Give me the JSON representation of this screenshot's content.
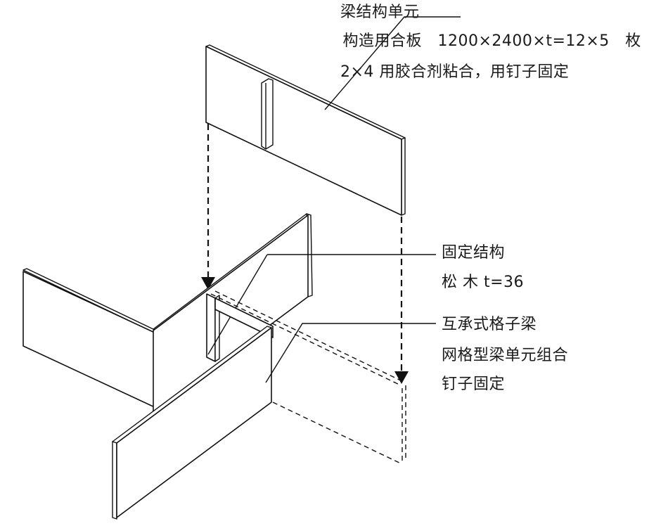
{
  "labels": {
    "beam_unit": {
      "line1": "梁结构单元",
      "line2": " 构造用合板   1200×2400×t=12×5   枚",
      "line3": "2×4 用胶合剂粘合，用钉子固定"
    },
    "fixing_structure": {
      "line1": "固定结构",
      "line2": "松 木 t=36"
    },
    "grid_beam": {
      "line1": "互承式格子梁",
      "line2": "网格型梁单元组合",
      "line3": "钉子固定"
    }
  },
  "colors": {
    "line": "#111111",
    "background": "#ffffff",
    "text": "#1a1a1a"
  }
}
